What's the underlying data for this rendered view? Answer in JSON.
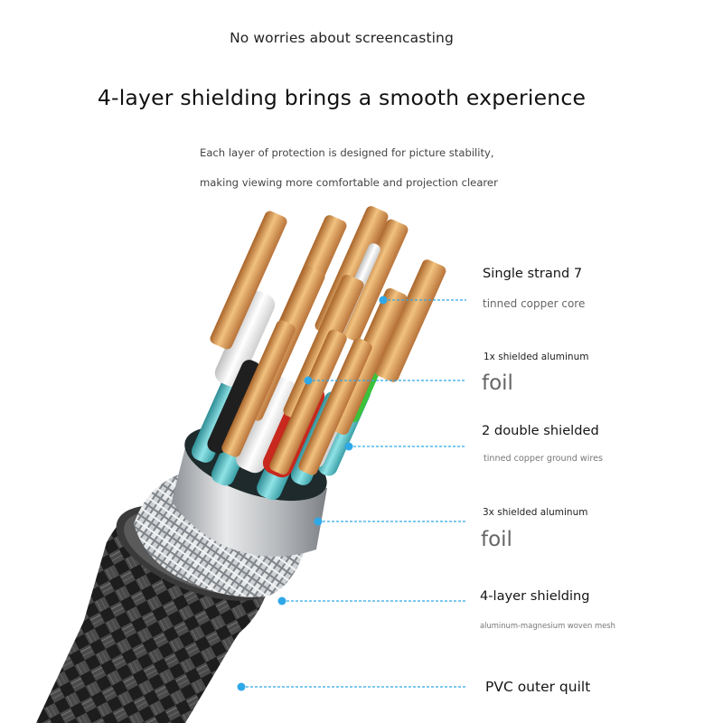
{
  "header": {
    "eyebrow": "No worries about screencasting",
    "headline": "4-layer shielding brings a smooth experience",
    "description_line1": "Each layer of protection is designed for picture stability,",
    "description_line2": "making viewing more comfortable and projection clearer"
  },
  "colors": {
    "callout": "#2fa8e8",
    "copper": "#d99a52",
    "shield_teal": "#5cc6cc",
    "foil_silver": "#b9bcbf",
    "jacket": "#2a2a2a"
  },
  "callouts": [
    {
      "id": "core",
      "title": "Single strand 7",
      "detail": "tinned copper core"
    },
    {
      "id": "foil-1",
      "title": "1x shielded aluminum",
      "detail": "foil"
    },
    {
      "id": "ground",
      "title": "2 double shielded",
      "detail": "tinned copper ground wires"
    },
    {
      "id": "foil-3",
      "title": "3x shielded aluminum",
      "detail": "foil"
    },
    {
      "id": "mesh",
      "title": "4-layer shielding",
      "detail": "aluminum-magnesium woven mesh"
    },
    {
      "id": "jacket",
      "title": "PVC outer quilt"
    }
  ]
}
